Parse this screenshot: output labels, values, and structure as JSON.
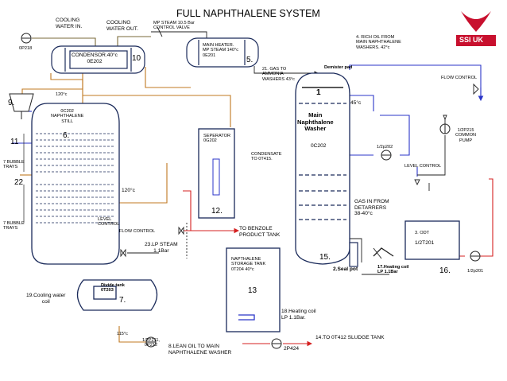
{
  "title": "FULL NAPHTHALENE SYSTEM",
  "labels": {
    "cooling_in": "COOLING\nWATER IN.",
    "cooling_out": "COOLING\nWATER OUT.",
    "pump_0p218": "0P218",
    "condensor": "CONDENSOR.40°c\n0E202",
    "condensor_num": "10",
    "mp_steam_valve": "MP STEAM 10.5 Bar\nCONTROL VALVE",
    "main_heater": "MAIN HEATER.\nMP STEAM 140°c\n0E201",
    "main_heater_num": "5.",
    "gas_to_ammonia": "21. GAS TO\nAMMONIA\nWASHERS 43°c",
    "rich_oil": "4. RICH OIL FROM\nMAIN NAPHTHALENE\nWASHERS. 42°c",
    "demister": "Demister pad",
    "flow_control_right": "FLOW CONTROL",
    "temp_120_top": "120°c",
    "item_9": "9.",
    "still": "0C202\nNAPHTHALENE\nSTILL",
    "still_num": "6.",
    "item_11": "11",
    "bubble_trays_top": "7 BUBBLE\nTRAYS",
    "item_22": "22",
    "bubble_trays_bottom": "7 BUBBLE\nTRAYS",
    "separator": "SEPERATOR\n0G202",
    "condensate": "CONDENSATE\nTO 0T415.",
    "washer_num": "1",
    "temp_45": "45°c",
    "main_washer": "Main\nNaphthalene\nWasher",
    "washer_tag": "0C202",
    "pump_1_2p202": "1/2p202",
    "pump_1_2p215": "1/2P215\nCOMMON\nPUMP",
    "level_control_right": "LEVEL CONTROL",
    "temp_120_mid": "120°c",
    "gas_from_detarrers": "GAS IN FROM\nDETARRERS\n38-40°c",
    "separator_num": "12.",
    "level_control_left": "LEVEL\nCONTROL",
    "flow_control_left": "FLOW CONTROL",
    "to_benzole": "TO BENZOLE\nPRODUCT TANK",
    "lp_steam": "23.LP STEAM\n1.1Bar",
    "odt": "3. ODT",
    "tank_1_2t201": "1/2T201",
    "storage_tank": "NAPTHALENE\nSTORAGE TANK\n0T204 40°c",
    "storage_num": "13",
    "item_15": "15.",
    "seal_pot": "2.Seal pot",
    "heating_coil_17": "17.Heating coil\nLP 1.1Bar",
    "item_16": "16.",
    "pump_1_2p201": "1/2p201",
    "divide_tank": "Divide tank\n0T203",
    "divide_num": "7.",
    "cooling_coil": "19.Cooling water\ncoil",
    "heating_coil_18": "18.Heating coil\nLP 1.1Bar.",
    "temp_115": "115°c",
    "pump_1_2p211": "1/2P211,\n0P212",
    "lean_oil": "8.LEAN OIL TO MAIN\nNAPHTHALENE WASHER",
    "pump_2p424": "2P424",
    "sludge_tank": "14.TO 0T412 SLUDGE TANK",
    "logo_text": "SSI UK"
  },
  "colors": {
    "vessel": "#1a2a5a",
    "cooling_line": "#7a6a3a",
    "hot_line": "#c07820",
    "rich_oil_line": "#2b35c8",
    "red_line": "#d42020",
    "gas_line": "#222222",
    "logo_red": "#c8102e"
  }
}
